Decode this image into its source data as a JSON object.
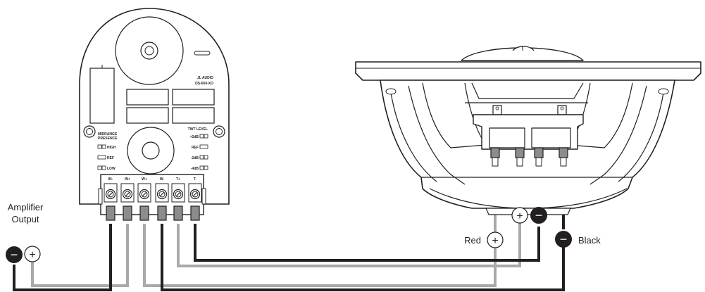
{
  "amp": {
    "label_line1": "Amplifier",
    "label_line2": "Output",
    "pos_symbol": "+",
    "neg_symbol": "−"
  },
  "crossover": {
    "brand": "JL AUDIO",
    "model": "DS-650-XO",
    "midrange_label_1": "MIDRANGE",
    "midrange_label_2": "PRESENCE",
    "mid_high": "HIGH",
    "mid_ref": "REF",
    "mid_low": "LOW",
    "twt_level": "TWT LEVEL",
    "twt_plus2": "+2dB",
    "twt_ref": "REF",
    "twt_minus2": "-2dB",
    "twt_minus4": "-4dB",
    "terminals": [
      "IN-",
      "IN+",
      "W+",
      "W-",
      "T+",
      "T-"
    ]
  },
  "speaker": {
    "red_label": "Red",
    "black_label": "Black",
    "pos_symbol": "+",
    "neg_symbol": "−"
  },
  "colors": {
    "red_wire": "#a7a9ac",
    "black_wire": "#231f20",
    "line": "#231f20"
  }
}
